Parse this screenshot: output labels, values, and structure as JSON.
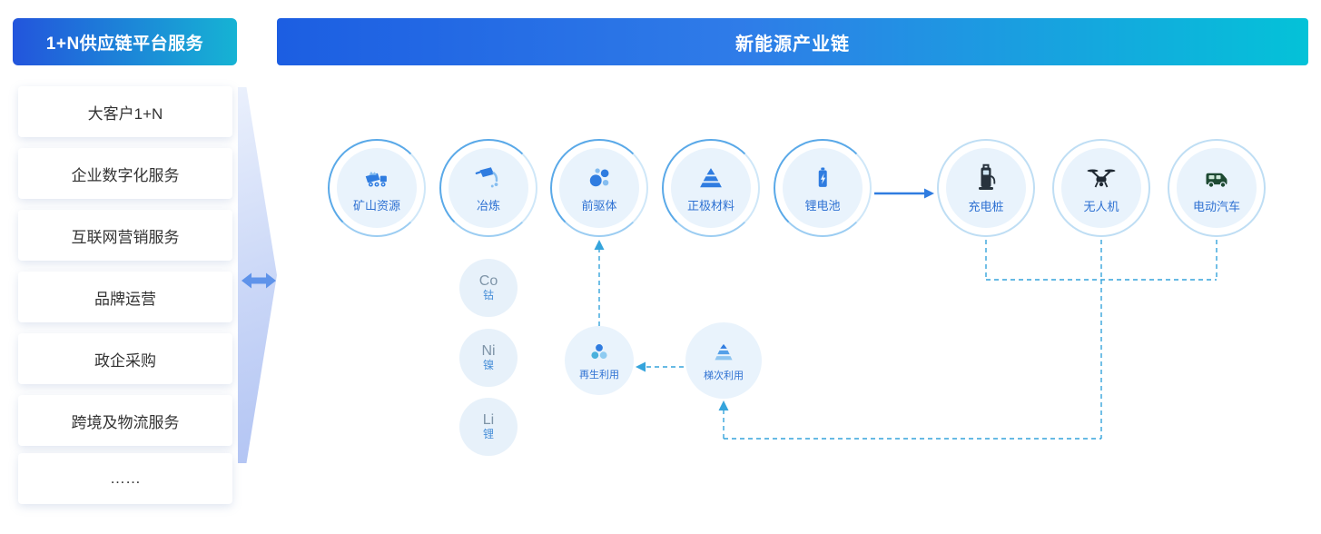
{
  "sidebar": {
    "title": "1+N供应链平台服务",
    "items": [
      "大客户1+N",
      "企业数字化服务",
      "互联网营销服务",
      "品牌运营",
      "政企采购",
      "跨境及物流服务",
      "……"
    ]
  },
  "header": {
    "title": "新能源产业链"
  },
  "diagram": {
    "upstream": [
      {
        "label": "矿山资源",
        "icon": "mining-truck-icon"
      },
      {
        "label": "冶炼",
        "icon": "smelting-icon"
      },
      {
        "label": "前驱体",
        "icon": "precursor-molecule-icon"
      },
      {
        "label": "正极材料",
        "icon": "cathode-pyramid-icon"
      },
      {
        "label": "锂电池",
        "icon": "battery-icon"
      }
    ],
    "downstream": [
      {
        "label": "充电桩",
        "icon": "charging-pile-icon"
      },
      {
        "label": "无人机",
        "icon": "drone-icon"
      },
      {
        "label": "电动汽车",
        "icon": "electric-vehicle-icon"
      }
    ],
    "elements": [
      {
        "symbol": "Co",
        "name": "钴"
      },
      {
        "symbol": "Ni",
        "name": "镍"
      },
      {
        "symbol": "Li",
        "name": "锂"
      }
    ],
    "recycling": [
      {
        "label": "再生利用",
        "icon": "recycle-icon"
      },
      {
        "label": "梯次利用",
        "icon": "cascade-use-icon"
      }
    ]
  },
  "colors": {
    "accent_blue": "#2f7ce0",
    "header_gradient_start": "#1c5ee2",
    "header_gradient_end": "#04c2d8",
    "dashed_connector": "#35a4dc",
    "node_fill": "#e9f3fc"
  }
}
